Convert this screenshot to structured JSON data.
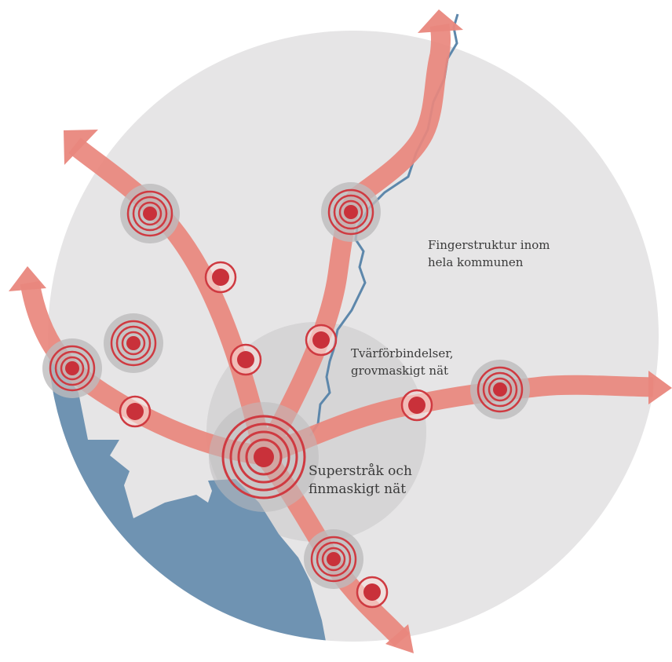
{
  "labels": {
    "finger": {
      "line1": "Fingerstruktur inom",
      "line2": "hela kommunen"
    },
    "tvar": {
      "line1": "Tvärförbindelser,",
      "line2": "grovmaskigt nät"
    },
    "super": {
      "line1": "Superstråk och",
      "line2": "finmaskigt nät"
    }
  },
  "colors": {
    "background_circle": "#e6e5e6",
    "inner_zone": "#d6d5d6",
    "water": "#6f93b2",
    "river": "#5d87ab",
    "corridor": "#e9877d",
    "node_red": "#c9313a",
    "node_halo": "#bdbcbd",
    "ring_stroke": "#cf3a41"
  }
}
